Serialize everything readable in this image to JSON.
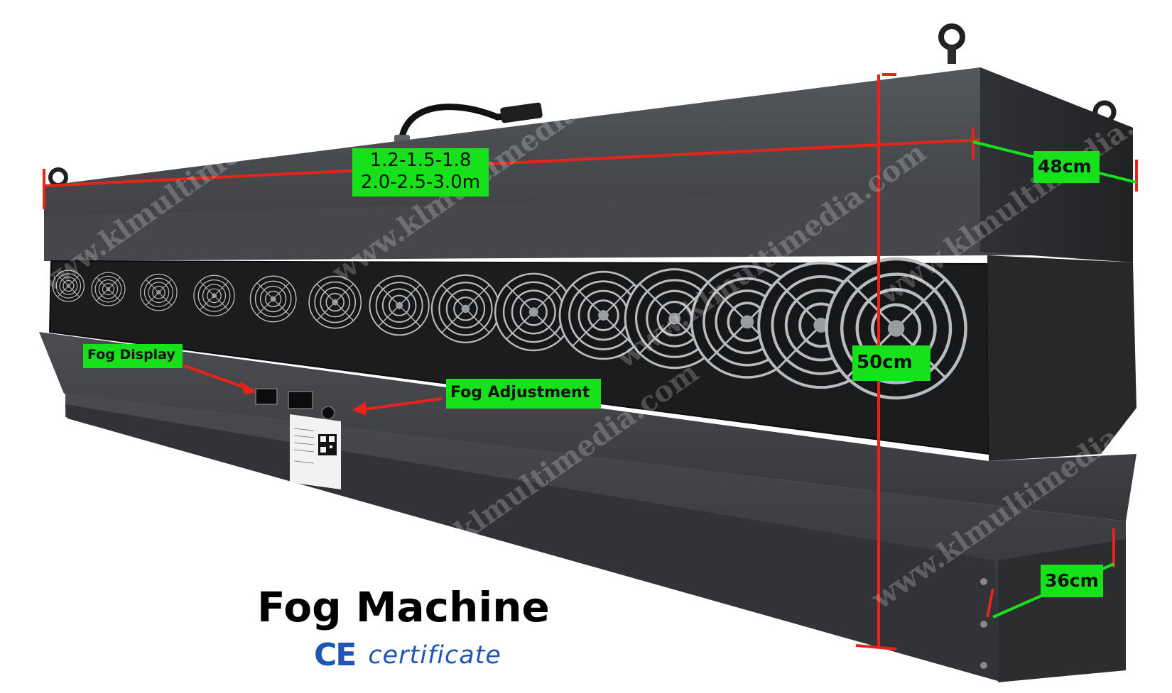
{
  "image": {
    "subject": "fog-machine",
    "annotations": {
      "length": {
        "line1": "1.2-1.5-1.8",
        "line2": "2.0-2.5-3.0m"
      },
      "depth_top": "48cm",
      "height": "50cm",
      "depth_bottom": "36cm",
      "fog_display": "Fog Display",
      "fog_adjustment": "Fog Adjustment"
    },
    "watermark": "www.klmultimedia.com",
    "title": "Fog Machine",
    "certificate": {
      "mark": "CE",
      "text": "certificate"
    },
    "colors": {
      "label_bg": "#16e11b",
      "dimension_line": "#e8231a",
      "body": "#3b3d3f",
      "title_text": "#000000",
      "cert_text": "#1f56b4"
    },
    "icons": [
      "fan-grille-icon",
      "lifting-eye-icon",
      "qr-code-icon",
      "ce-mark-icon"
    ]
  }
}
